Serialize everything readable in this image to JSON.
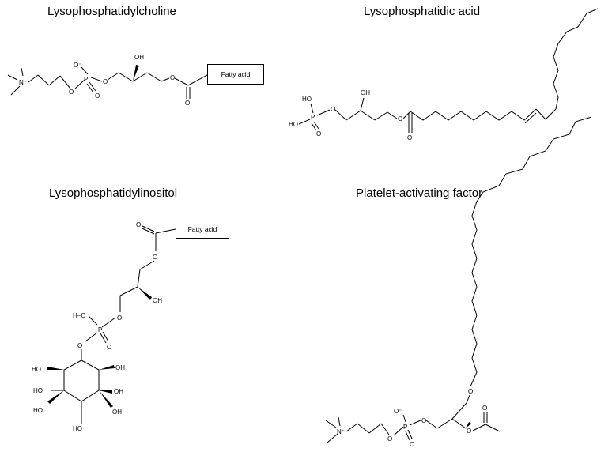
{
  "titles": {
    "lpc": "Lysophosphatidylcholine",
    "lpa": "Lysophosphatidic acid",
    "lpi": "Lysophosphatidylinositol",
    "paf": "Platelet-activating factor"
  },
  "labels": {
    "fatty_acid": "Fatty acid",
    "oh": "OH",
    "ho": "HO",
    "o": "O",
    "o_minus": "O⁻",
    "p": "P",
    "n_plus": "N⁺",
    "h_o": "H–O"
  }
}
